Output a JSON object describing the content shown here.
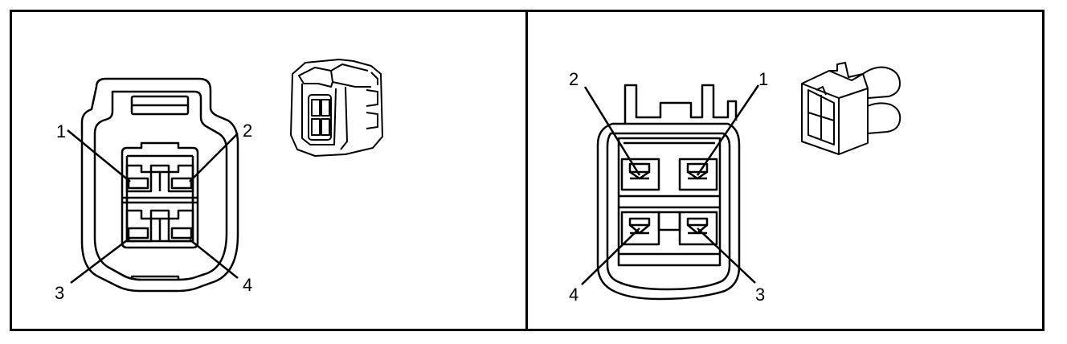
{
  "left_view": {
    "pin_labels": [
      "1",
      "2",
      "3",
      "4"
    ]
  },
  "right_view": {
    "pin_labels": [
      "1",
      "2",
      "3",
      "4"
    ]
  },
  "colors": {
    "line": "#000000",
    "background": "#ffffff"
  }
}
